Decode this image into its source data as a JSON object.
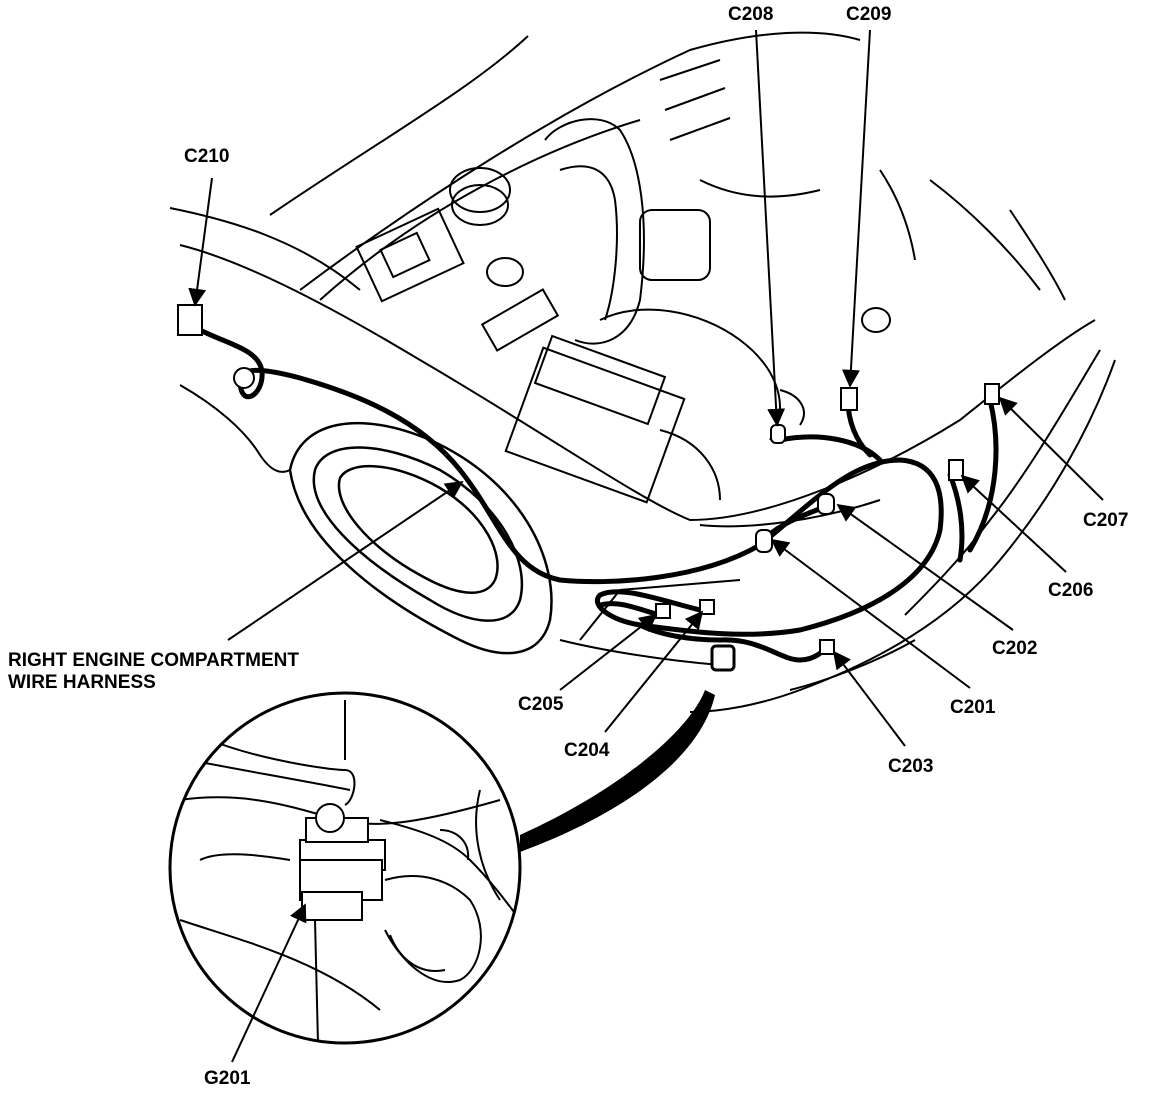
{
  "diagram": {
    "colors": {
      "ink": "#000000",
      "paper": "#ffffff"
    },
    "harness_label": {
      "line1": "RIGHT ENGINE COMPARTMENT",
      "line2": "WIRE HARNESS"
    },
    "connectors": {
      "c201": "C201",
      "c202": "C202",
      "c203": "C203",
      "c204": "C204",
      "c205": "C205",
      "c206": "C206",
      "c207": "C207",
      "c208": "C208",
      "c209": "C209",
      "c210": "C210"
    },
    "ground": {
      "g201": "G201"
    },
    "detail_view": {
      "icon": "magnified-ground-detail-icon"
    }
  }
}
